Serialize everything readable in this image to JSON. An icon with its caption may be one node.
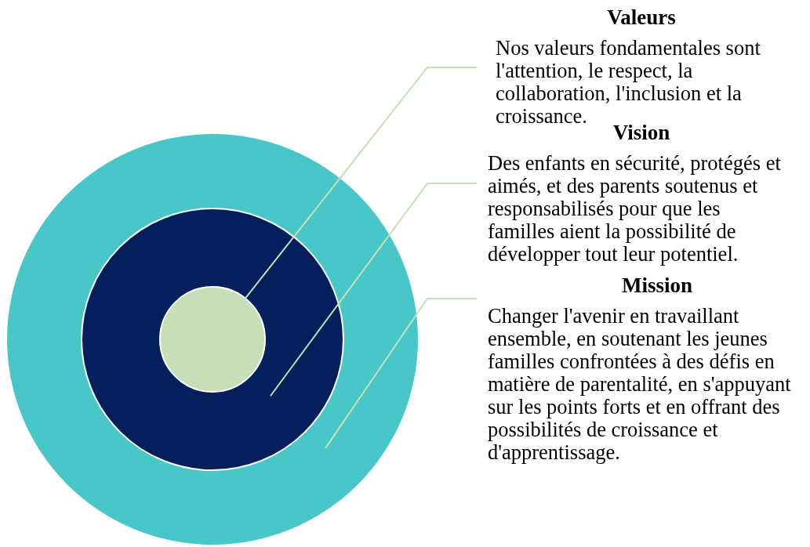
{
  "diagram": {
    "nodes": [
      {
        "text": [],
        "shape": "circle"
      },
      {
        "text": [],
        "shape": "circle",
        "in": 0
      },
      {
        "text": [],
        "shape": "circle",
        "in": 1
      },
      {
        "text": [
          "Valeurs",
          "Nos valeurs fondamentales sont l'attention, le respect, la collaboration, l'inclusion et la croissance."
        ]
      },
      {
        "text": [
          "Vision",
          "Des enfants en sécurité, protégés et aimés, et des parents soutenus et responsabilisés pour que les familles aient la possibilité de développer tout leur potentiel."
        ]
      },
      {
        "text": [
          "Mission",
          "Changer l'avenir en travaillant ensemble, en soutenant les jeunes familles confrontées à des défis en matière de parentalité, en s'appuyant sur les points forts et en offrant des possibilités de croissance et d'apprentissage."
        ]
      }
    ],
    "edges": [
      {
        "from": 3,
        "to": 2,
        "arrow": "none"
      },
      {
        "from": 4,
        "to": 1,
        "arrow": "none"
      },
      {
        "from": 5,
        "to": 0,
        "arrow": "none"
      }
    ]
  }
}
